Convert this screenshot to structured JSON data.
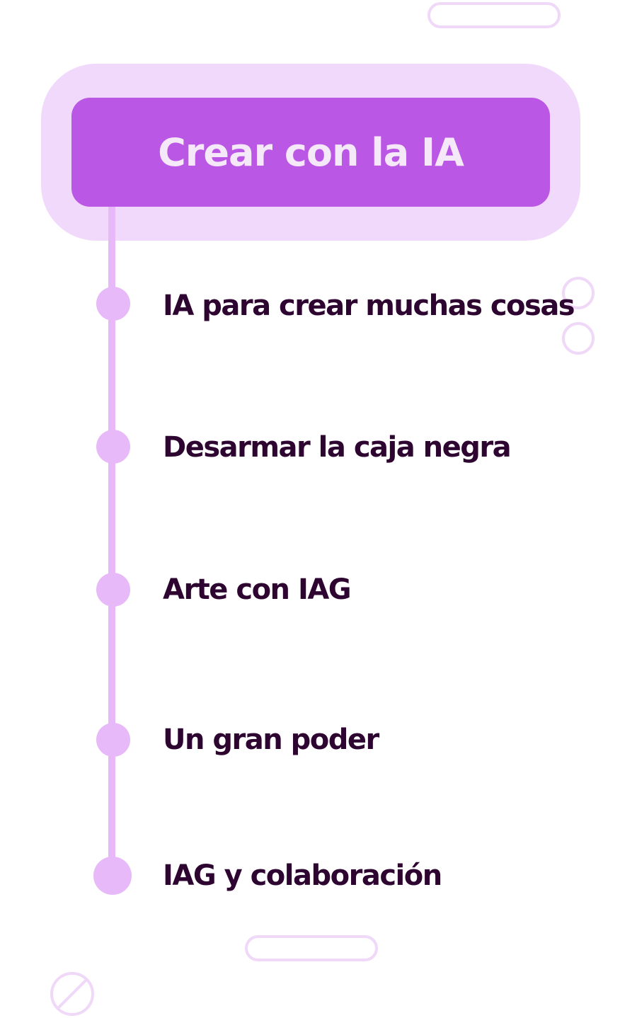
{
  "header": {
    "title": "Crear con la IA"
  },
  "timeline": {
    "items": [
      {
        "label": "IA para crear muchas cosas"
      },
      {
        "label": "Desarmar la caja negra"
      },
      {
        "label": "Arte con IAG"
      },
      {
        "label": "Un gran poder"
      },
      {
        "label": "IAG y colaboración"
      }
    ]
  },
  "colors": {
    "header_outer": "#f1d9fb",
    "header_inner": "#bb57e5",
    "header_text": "#f4e8f9",
    "timeline": "#e7b9f8",
    "item_text": "#2d0530",
    "decoration": "#f0d8f8"
  },
  "icons": {
    "bottom_left": "no-entry-icon"
  }
}
